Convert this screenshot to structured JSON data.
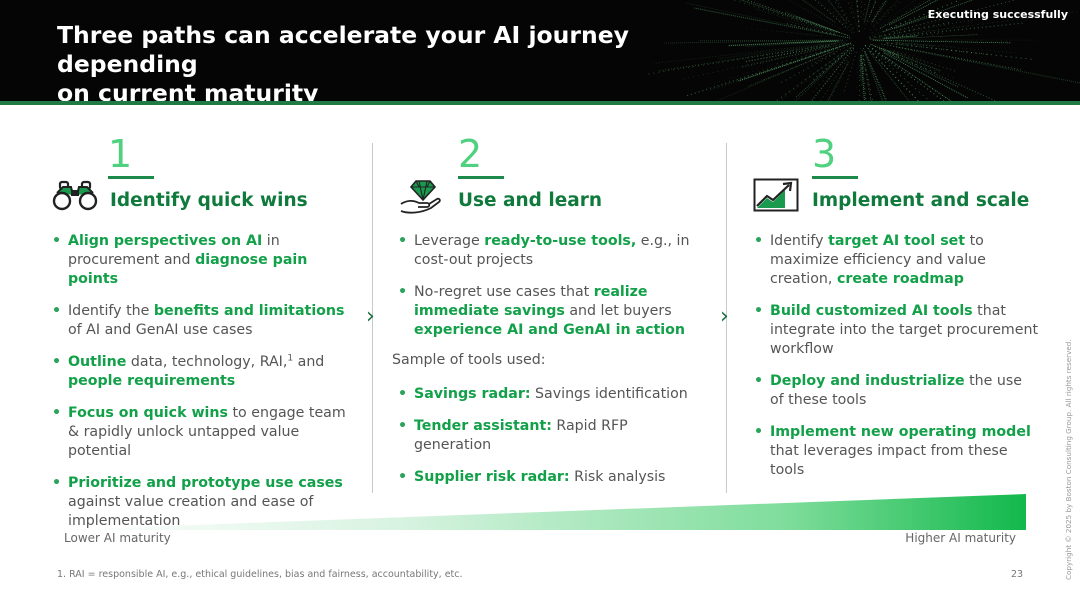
{
  "header": {
    "title_line1": "Three paths can accelerate your AI journey depending",
    "title_line2": "on current maturity",
    "section_tag": "Executing successfully"
  },
  "columns": [
    {
      "number": "1",
      "heading": "Identify quick wins",
      "icon": "binoculars-icon",
      "bullets": [
        [
          {
            "t": "Align perspectives on AI",
            "b": true
          },
          {
            "t": " in procurement and ",
            "b": false
          },
          {
            "t": "diagnose pain points",
            "b": true
          }
        ],
        [
          {
            "t": "Identify the ",
            "b": false
          },
          {
            "t": "benefits and limitations",
            "b": true
          },
          {
            "t": " of AI and GenAI use cases",
            "b": false
          }
        ],
        [
          {
            "t": "Outline",
            "b": true
          },
          {
            "t": " data, technology, RAI,",
            "b": false
          },
          {
            "t": "1",
            "b": false,
            "sup": true
          },
          {
            "t": " and ",
            "b": false
          },
          {
            "t": "people requirements",
            "b": true
          }
        ],
        [
          {
            "t": "Focus on quick wins",
            "b": true
          },
          {
            "t": " to engage team & rapidly unlock untapped value potential",
            "b": false
          }
        ],
        [
          {
            "t": "Prioritize and prototype use cases",
            "b": true
          },
          {
            "t": " against value creation and ease of implementation",
            "b": false
          }
        ]
      ]
    },
    {
      "number": "2",
      "heading": "Use and learn",
      "icon": "gem-in-hand-icon",
      "bullets": [
        [
          {
            "t": "Leverage ",
            "b": false
          },
          {
            "t": "ready-to-use tools,",
            "b": true
          },
          {
            "t": " e.g., in cost-out projects",
            "b": false
          }
        ],
        [
          {
            "t": "No-regret use cases that ",
            "b": false
          },
          {
            "t": "realize immediate savings",
            "b": true
          },
          {
            "t": " and let buyers ",
            "b": false
          },
          {
            "t": "experience AI and GenAI in action",
            "b": true
          }
        ]
      ],
      "sample_label": "Sample of tools used:",
      "tools": [
        [
          {
            "t": "Savings radar:",
            "b": true
          },
          {
            "t": " Savings identification",
            "b": false
          }
        ],
        [
          {
            "t": "Tender assistant:",
            "b": true
          },
          {
            "t": " Rapid RFP generation",
            "b": false
          }
        ],
        [
          {
            "t": "Supplier risk radar:",
            "b": true
          },
          {
            "t": " Risk analysis",
            "b": false
          }
        ]
      ]
    },
    {
      "number": "3",
      "heading": "Implement and scale",
      "icon": "growth-chart-icon",
      "bullets": [
        [
          {
            "t": "Identify ",
            "b": false
          },
          {
            "t": "target AI tool set",
            "b": true
          },
          {
            "t": " to maximize efficiency and value creation, ",
            "b": false
          },
          {
            "t": "create roadmap",
            "b": true
          }
        ],
        [
          {
            "t": "Build customized AI tools",
            "b": true
          },
          {
            "t": " that integrate into the target procurement workflow",
            "b": false
          }
        ],
        [
          {
            "t": "Deploy and industrialize",
            "b": true
          },
          {
            "t": " the use of these tools",
            "b": false
          }
        ],
        [
          {
            "t": "Implement new operating model",
            "b": true
          },
          {
            "t": " that leverages impact from these tools",
            "b": false
          }
        ]
      ]
    }
  ],
  "maturity": {
    "lower_label": "Lower AI maturity",
    "higher_label": "Higher AI maturity"
  },
  "footnote": "1. RAI = responsible AI, e.g., ethical guidelines, bias and fairness, accountability, etc.",
  "page_number": "23",
  "copyright": "Copyright © 2025 by Boston Consulting Group. All rights reserved.",
  "colors": {
    "accent_green": "#12a049",
    "dark_green": "#0f7a3c",
    "light_green": "#4fd17f",
    "header_bg": "#050505"
  }
}
